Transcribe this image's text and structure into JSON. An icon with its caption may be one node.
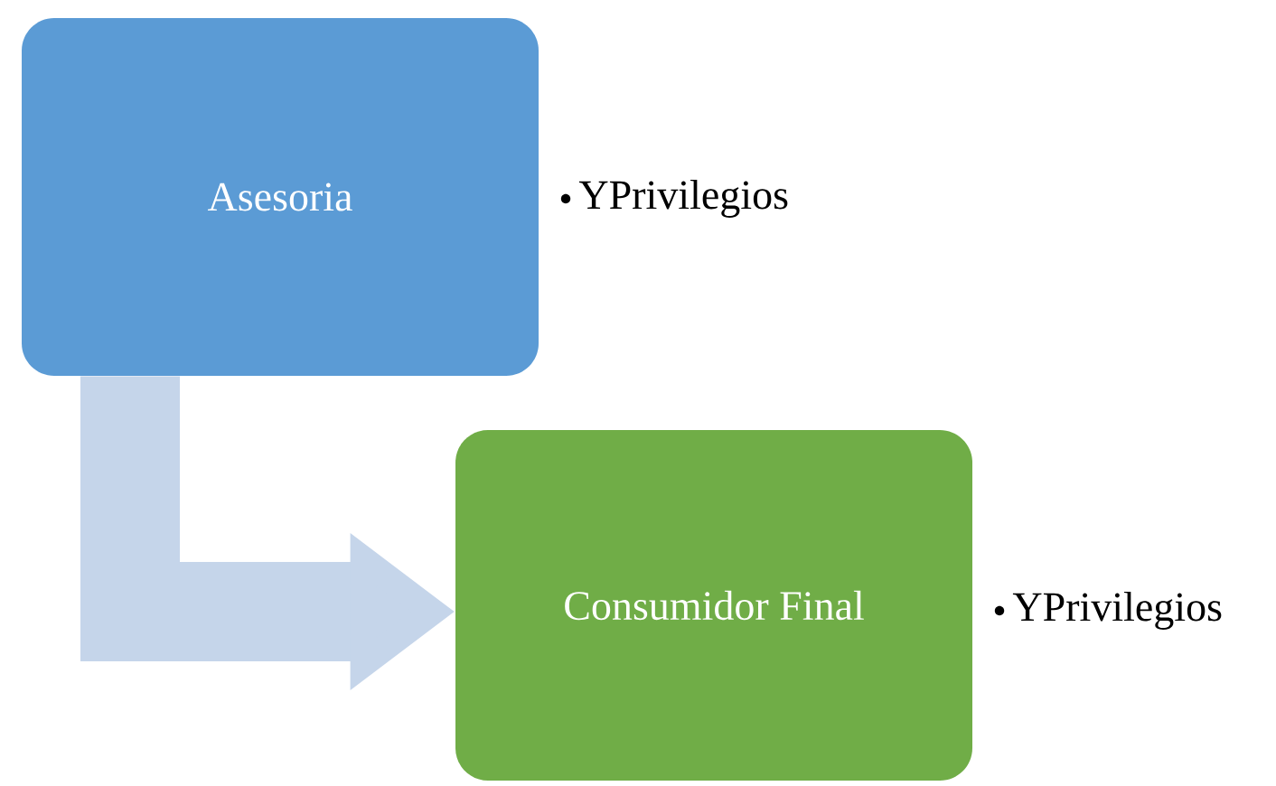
{
  "diagram": {
    "nodes": [
      {
        "text": [
          "Asesoria"
        ],
        "beside": [
          "YPrivilegios"
        ]
      },
      {
        "text": [
          "Consumidor Final"
        ],
        "beside": [
          "YPrivilegios"
        ]
      }
    ],
    "edges": [
      {
        "from": 0,
        "to": 1,
        "arrow": "to",
        "color": "#c5d5ea"
      }
    ]
  }
}
